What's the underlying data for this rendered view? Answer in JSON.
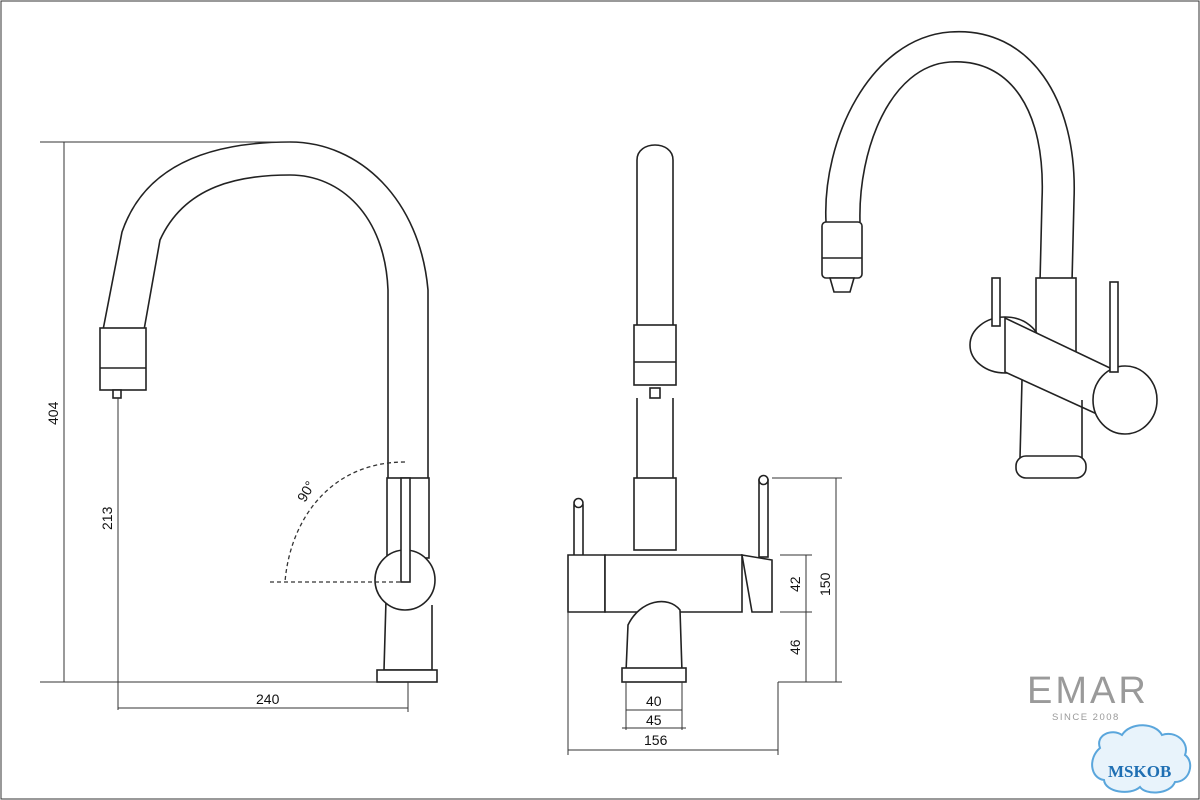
{
  "dimensions": {
    "total_height": "404",
    "outlet_height": "213",
    "reach": "240",
    "rotation": "90°",
    "body_height": "42",
    "base_height": "46",
    "overall_height_front": "150",
    "base_inner_width": "40",
    "base_outer_width": "45",
    "overall_width": "156"
  },
  "brand": {
    "name": "EMAR",
    "tagline": "SINCE 2008"
  },
  "stamp": {
    "text": "MSKOB"
  }
}
